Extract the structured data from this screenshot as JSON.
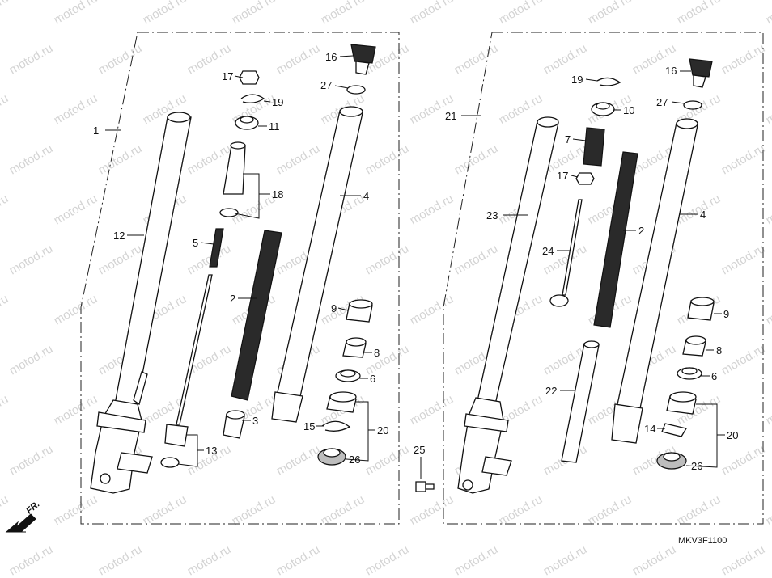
{
  "diagram": {
    "code": "MKV3F1100",
    "front_label": "FR.",
    "watermark": "motod.ru",
    "left_assembly": {
      "callouts": [
        "1",
        "12",
        "17",
        "19",
        "11",
        "18",
        "5",
        "2",
        "3",
        "13",
        "16",
        "27",
        "4",
        "9",
        "8",
        "6",
        "15",
        "20",
        "26"
      ]
    },
    "right_assembly": {
      "callouts": [
        "21",
        "23",
        "19",
        "10",
        "7",
        "17",
        "24",
        "2",
        "22",
        "16",
        "27",
        "4",
        "9",
        "8",
        "6",
        "14",
        "20",
        "26"
      ]
    },
    "shared": {
      "callouts": [
        "25"
      ]
    }
  }
}
